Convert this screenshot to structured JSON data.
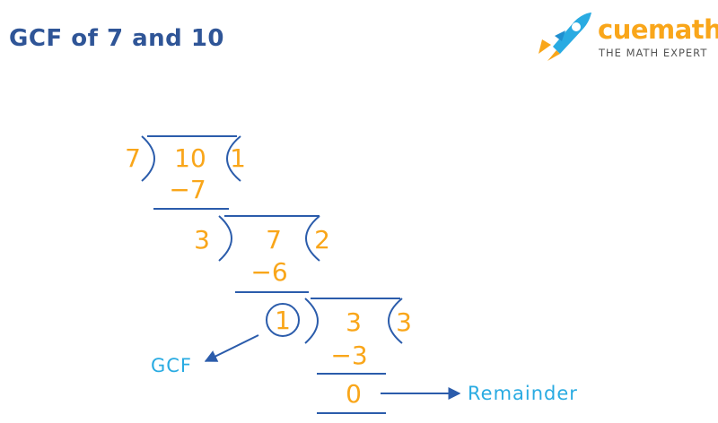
{
  "title": "GCF of 7 and 10",
  "brand": {
    "name": "cuemath",
    "tagline": "THE MATH EXPERT",
    "icon": "rocket-icon"
  },
  "colors": {
    "title": "#2f5597",
    "numbers": "#f9a61a",
    "brackets": "#2b5cab",
    "labels": "#29abe2"
  },
  "division": {
    "step1": {
      "divisor": "7",
      "dividend": "10",
      "quotient": "1",
      "subtract": "−7"
    },
    "step2": {
      "divisor": "3",
      "dividend": "7",
      "quotient": "2",
      "subtract": "−6"
    },
    "step3": {
      "divisor": "1",
      "dividend": "3",
      "quotient": "3",
      "subtract": "−3"
    },
    "remainder": "0"
  },
  "labels": {
    "gcf": "GCF",
    "remainder": "Remainder"
  }
}
